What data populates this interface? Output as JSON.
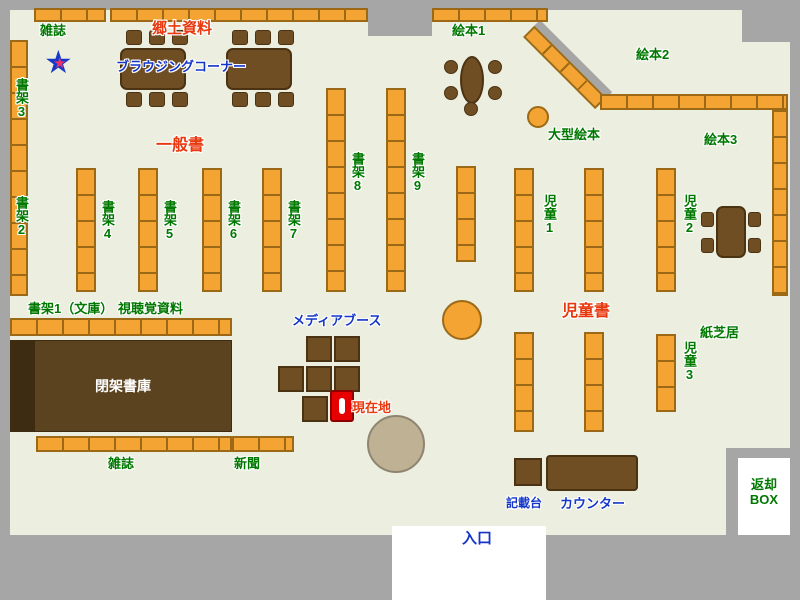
{
  "palette": {
    "floor": "#ECEEDF",
    "wall": "#A6A6A6",
    "shelf_orange": "#F4A432",
    "shelf_border": "#9C6A16",
    "table_brown": "#6F4E23",
    "closed_stacks_brown": "#5C431F",
    "label_green": "#007800",
    "label_red": "#E8380D",
    "label_blue": "#1436C8",
    "current_location_red": "#E60000"
  },
  "icons": {
    "magazine_star": "★"
  },
  "zones": {
    "top": {
      "magazine": "雑誌",
      "local_materials": "郷土資料",
      "browsing_corner": "ブラウジングコーナー",
      "picture_books_1": "絵本1",
      "picture_books_2": "絵本2",
      "picture_books_3": "絵本3",
      "large_picture_books": "大型絵本"
    },
    "west": {
      "shelf_3": "書架3",
      "shelf_2": "書架2"
    },
    "general": {
      "title": "一般書",
      "shelf_4": "書架4",
      "shelf_5": "書架5",
      "shelf_6": "書架6",
      "shelf_7": "書架7",
      "shelf_8": "書架8",
      "shelf_9": "書架9",
      "shelf_1_bunko": "書架1（文庫）",
      "audio_visual": "視聴覚資料"
    },
    "children": {
      "title": "児童書",
      "children_1": "児童1",
      "children_2": "児童2",
      "children_3": "児童3",
      "kamishibai": "紙芝居"
    },
    "center": {
      "media_booth": "メディアブース",
      "current_location": "現在地"
    },
    "southwest": {
      "closed_stacks": "閉架書庫",
      "magazine": "雑誌",
      "newspaper": "新聞"
    },
    "south": {
      "writing_desk": "記載台",
      "counter": "カウンター",
      "entrance": "入口",
      "return_box_line1": "返却",
      "return_box_line2": "BOX"
    }
  }
}
